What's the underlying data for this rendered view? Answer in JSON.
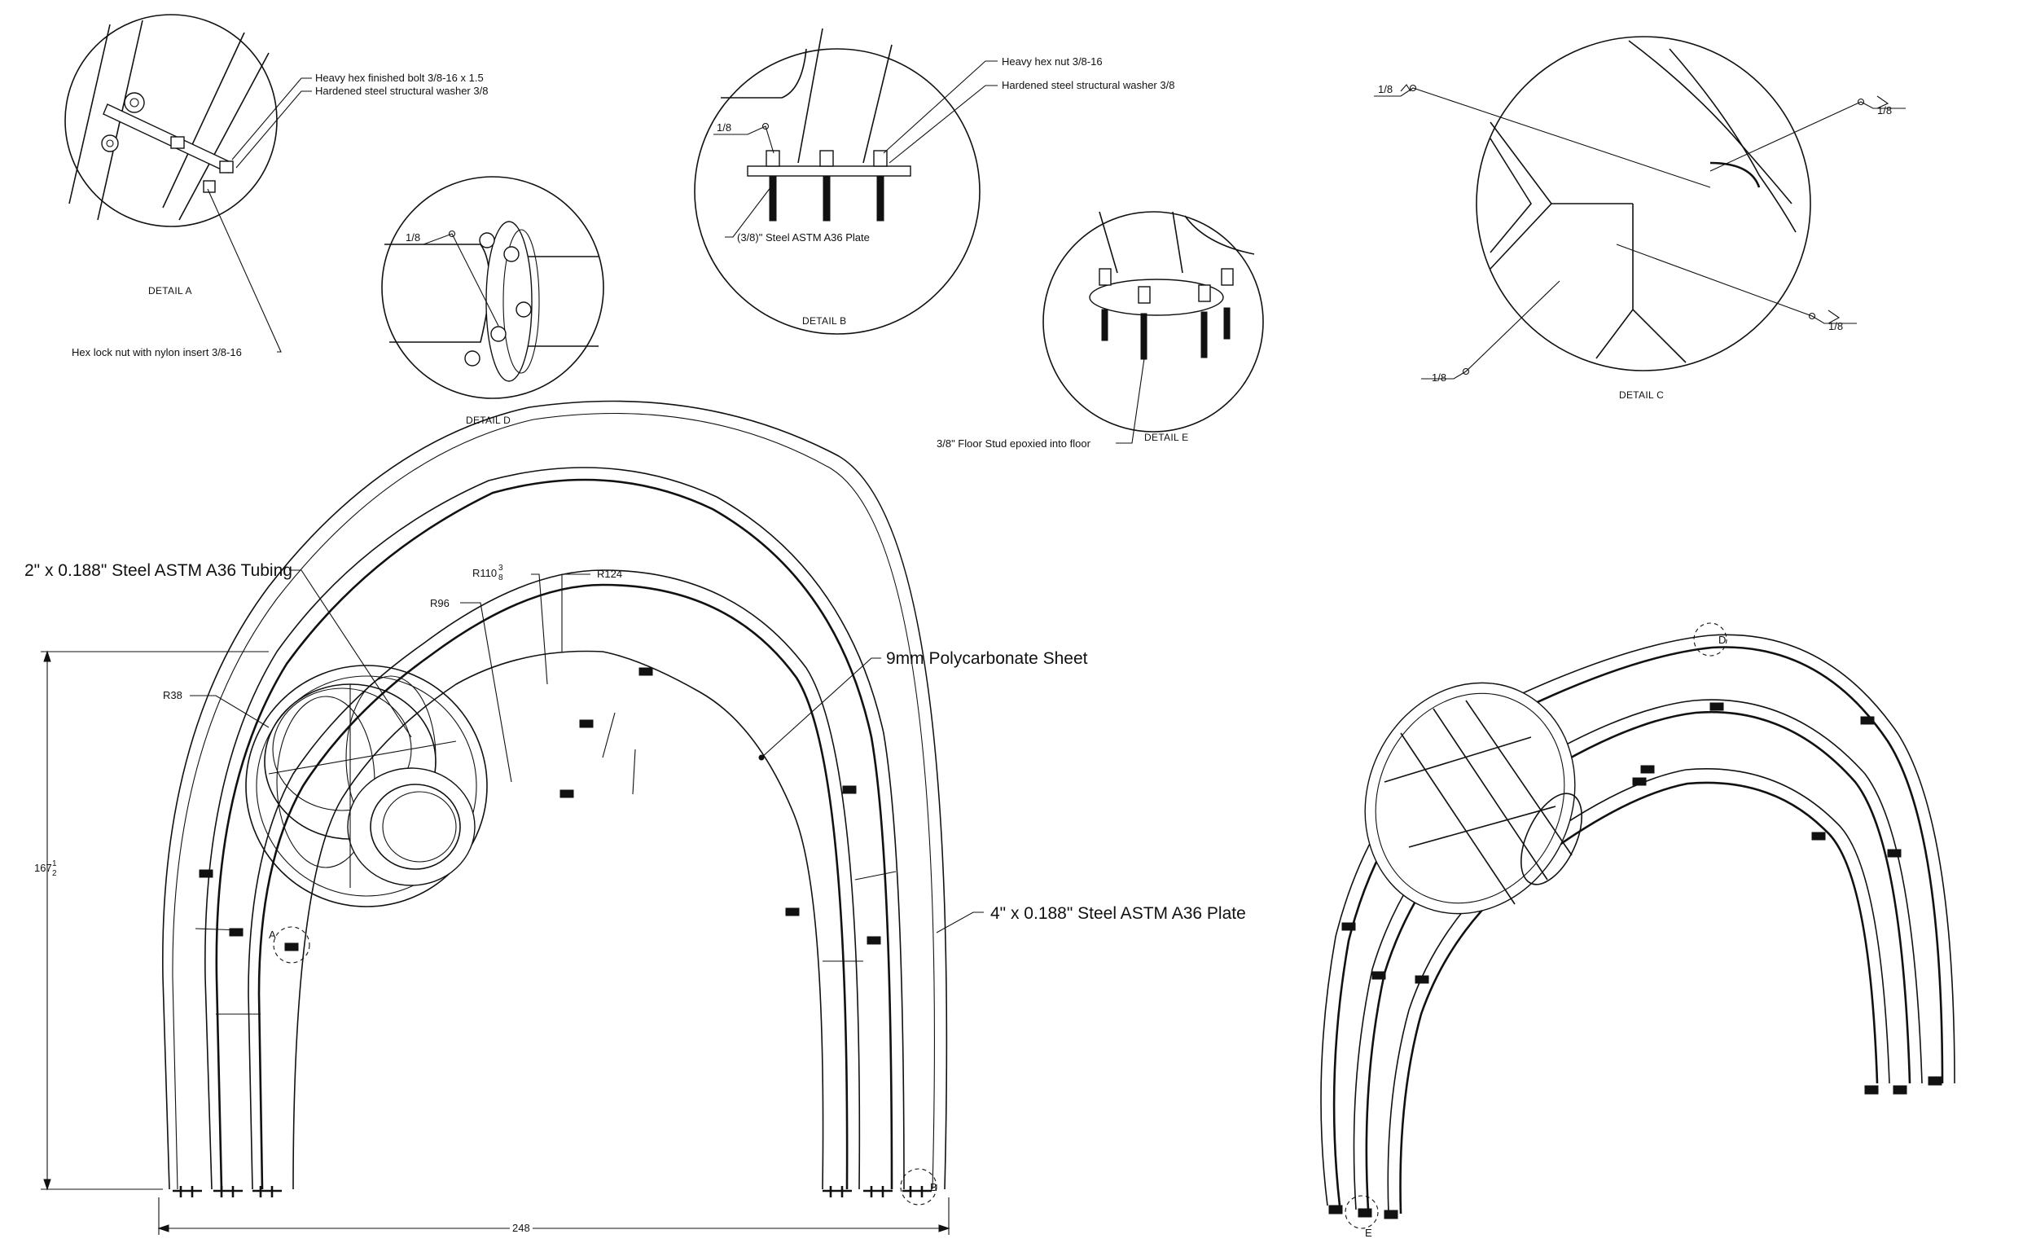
{
  "details": {
    "a": {
      "title": "DETAIL A",
      "bolt": "Heavy hex finished bolt 3/8-16 x 1.5",
      "washer": "Hardened steel structural washer 3/8",
      "locknut": "Hex lock nut with nylon insert 3/8-16"
    },
    "b": {
      "title": "DETAIL B",
      "nut": "Heavy hex nut 3/8-16",
      "washer": "Hardened steel structural washer 3/8",
      "plate": "(3/8)\" Steel ASTM A36 Plate",
      "weld": "1/8"
    },
    "c": {
      "title": "DETAIL C",
      "weld_tl": "1/8",
      "weld_tr": "1/8",
      "weld_br": "1/8",
      "weld_bl": "1/8"
    },
    "d": {
      "title": "DETAIL D",
      "weld": "1/8"
    },
    "e": {
      "title": "DETAIL E",
      "stud": "3/8\" Floor Stud epoxied into floor"
    }
  },
  "main_view": {
    "tubing": "2\" x 0.188\" Steel ASTM A36 Tubing",
    "sheet": "9mm Polycarbonate Sheet",
    "plate": "4\" x 0.188\" Steel ASTM A36 Plate",
    "r110_main": "R110",
    "r110_num": "3",
    "r110_den": "8",
    "r124": "R124",
    "r96": "R96",
    "r38": "R38",
    "height_main": "167",
    "height_num": "1",
    "height_den": "2",
    "width": "248",
    "callout_a": "A",
    "callout_b": "B"
  },
  "iso_view": {
    "callout_d": "D",
    "callout_e": "E"
  }
}
